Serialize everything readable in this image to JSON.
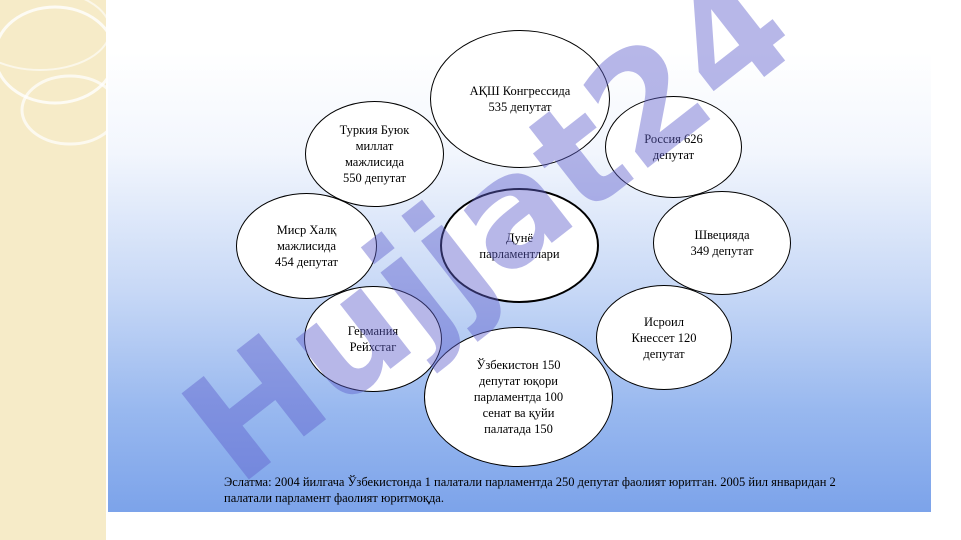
{
  "diagram": {
    "center": "Дунё\nпарламентлари",
    "nodes": {
      "usa": "АҚШ Конгрессида\n535 депутат",
      "russia": "Россия 626\nдепутат",
      "sweden": "Швецияда\n349 депутат",
      "israel": "Исроил\nКнессет 120\nдепутат",
      "uzbekistan": "Ўзбекистон 150\nдепутат юқори\nпарламентда 100\nсенат ва қуйи\nпалатада 150",
      "germany": "Германия\nРейхстаг",
      "egypt": "Миср  Халқ\nмажлисида\n454 депутат",
      "turkey": "Туркия Буюк\nмиллат\nмажлисида\n550 депутат"
    },
    "note": "Эслатма: 2004 йилгача Ўзбекистонда 1 палатали парламентда 250 депутат фаолият юритган. 2005 йил январидан 2 палатали парламент фаолият юритмоқда."
  },
  "watermark": {
    "text": "Hujjat24",
    "color": "#6060cc"
  }
}
